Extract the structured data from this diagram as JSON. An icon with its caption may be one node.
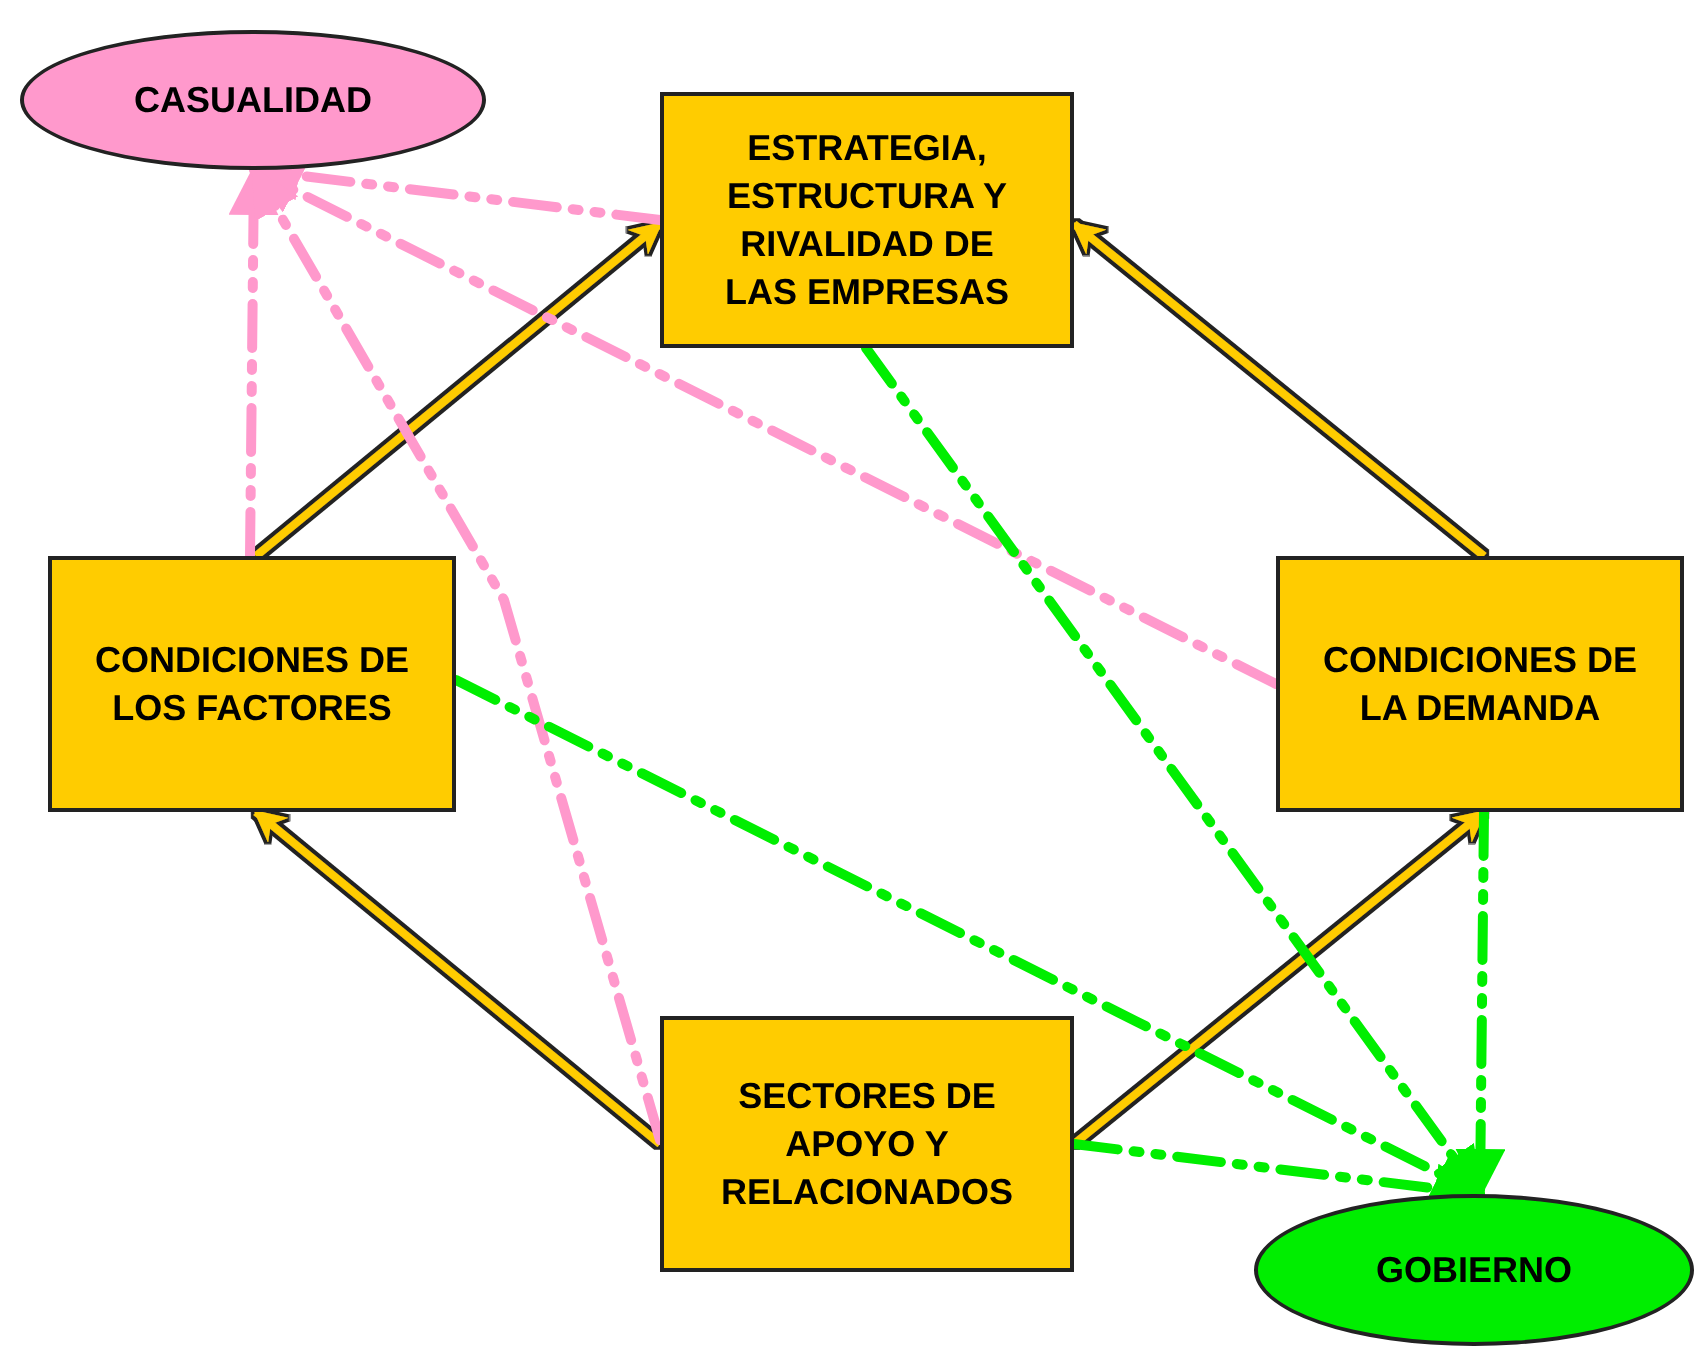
{
  "diagram": {
    "nodes": [
      {
        "text": [
          "CASUALIDAD"
        ]
      },
      {
        "text": [
          "ESTRATEGIA, ESTRUCTURA Y RIVALIDAD DE LAS EMPRESAS"
        ]
      },
      {
        "text": [
          "CONDICIONES DE LOS FACTORES"
        ]
      },
      {
        "text": [
          "CONDICIONES DE LA DEMANDA"
        ]
      },
      {
        "text": [
          "SECTORES DE APOYO Y RELACIONADOS"
        ]
      },
      {
        "text": [
          "GOBIERNO"
        ]
      }
    ],
    "edges": [
      {
        "from": 2,
        "to": 1,
        "arrow": "to"
      },
      {
        "from": 3,
        "to": 1,
        "arrow": "to"
      },
      {
        "from": 1,
        "to": 4,
        "arrow": "both"
      },
      {
        "from": 2,
        "to": 3,
        "arrow": "both"
      },
      {
        "from": 4,
        "to": 2,
        "arrow": "to"
      },
      {
        "from": 4,
        "to": 3,
        "arrow": "to"
      },
      {
        "from": 2,
        "to": 0,
        "arrow": "to",
        "style": "dashed",
        "color": "#ff99cc"
      },
      {
        "from": 1,
        "to": 0,
        "arrow": "to",
        "style": "dashed",
        "color": "#ff99cc"
      },
      {
        "from": 3,
        "to": 0,
        "arrow": "to",
        "style": "dashed",
        "color": "#ff99cc"
      },
      {
        "from": 4,
        "to": 0,
        "arrow": "to",
        "style": "dashed",
        "color": "#ff99cc"
      },
      {
        "from": 1,
        "to": 5,
        "arrow": "to",
        "style": "dashed",
        "color": "#00ee00"
      },
      {
        "from": 2,
        "to": 5,
        "arrow": "to",
        "style": "dashed",
        "color": "#00ee00"
      },
      {
        "from": 4,
        "to": 5,
        "arrow": "to",
        "style": "dashed",
        "color": "#00ee00"
      },
      {
        "from": 3,
        "to": 5,
        "arrow": "to",
        "style": "dashed",
        "color": "#00ee00"
      }
    ]
  }
}
